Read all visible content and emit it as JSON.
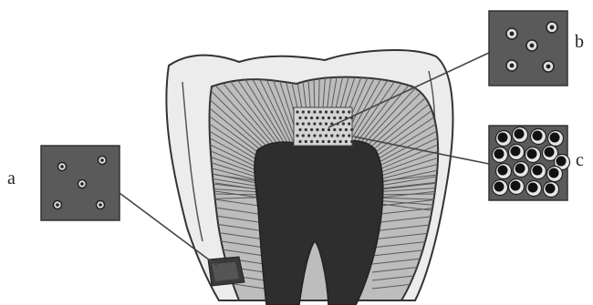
{
  "figure": {
    "labels": {
      "a": "a",
      "b": "b",
      "c": "c"
    }
  },
  "colors": {
    "enamel": "#ececec",
    "dentin": "#b8b8b8",
    "dentin_tubules": "#555555",
    "pulp": "#2f2f2f",
    "inset_background": "#5a5a5a",
    "outline": "#333333"
  }
}
